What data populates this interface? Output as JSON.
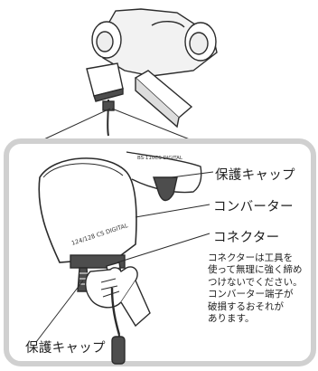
{
  "labels": {
    "cap_top": "保護キャップ",
    "converter": "コンバーター",
    "connector": "コネクター",
    "cap_bottom": "保護キャップ"
  },
  "note_lines": [
    "コネクターは工具を",
    "使って無理に強く締め",
    "つけないでください。",
    "コンバーター端子が",
    "破損するおそれが",
    "あります。"
  ],
  "device_markings": {
    "converter_text": "124/128 CS DIGITAL",
    "housing_text": "BS·110CS DIGITAL"
  },
  "colors": {
    "line": "#2b2b2b",
    "fill_light": "#ffffff",
    "fill_gray": "#d9d9d9",
    "fill_dark": "#4d4d4d",
    "frame_fill": "#d0d0d0"
  }
}
